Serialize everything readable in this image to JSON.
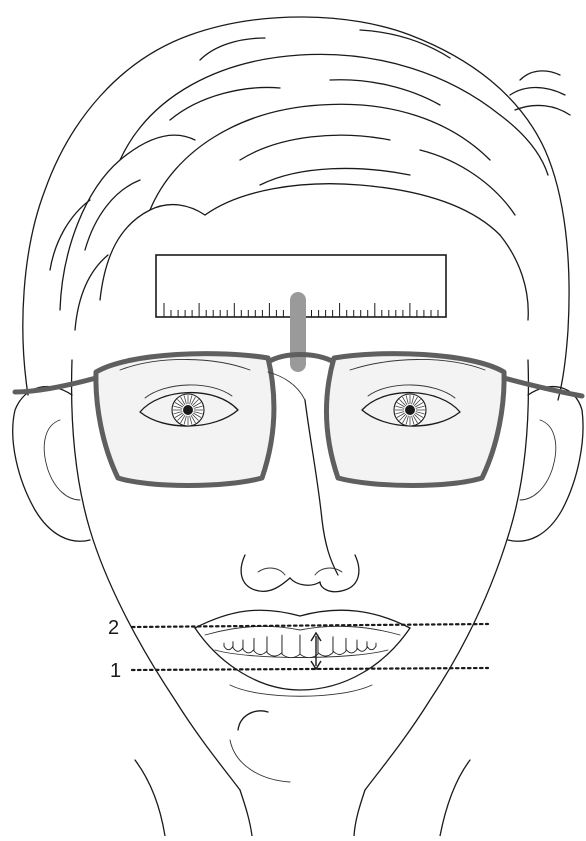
{
  "figure": {
    "line_labels": [
      "2",
      "1"
    ],
    "colors": {
      "outline": "#1a1a1a",
      "frame": "#5f5f5f",
      "lens_tint": "#f3f3f3",
      "rod": "#9a9a9a",
      "background": "#ffffff"
    },
    "ruler": {
      "tick_count": 40,
      "major_every": 5
    }
  }
}
